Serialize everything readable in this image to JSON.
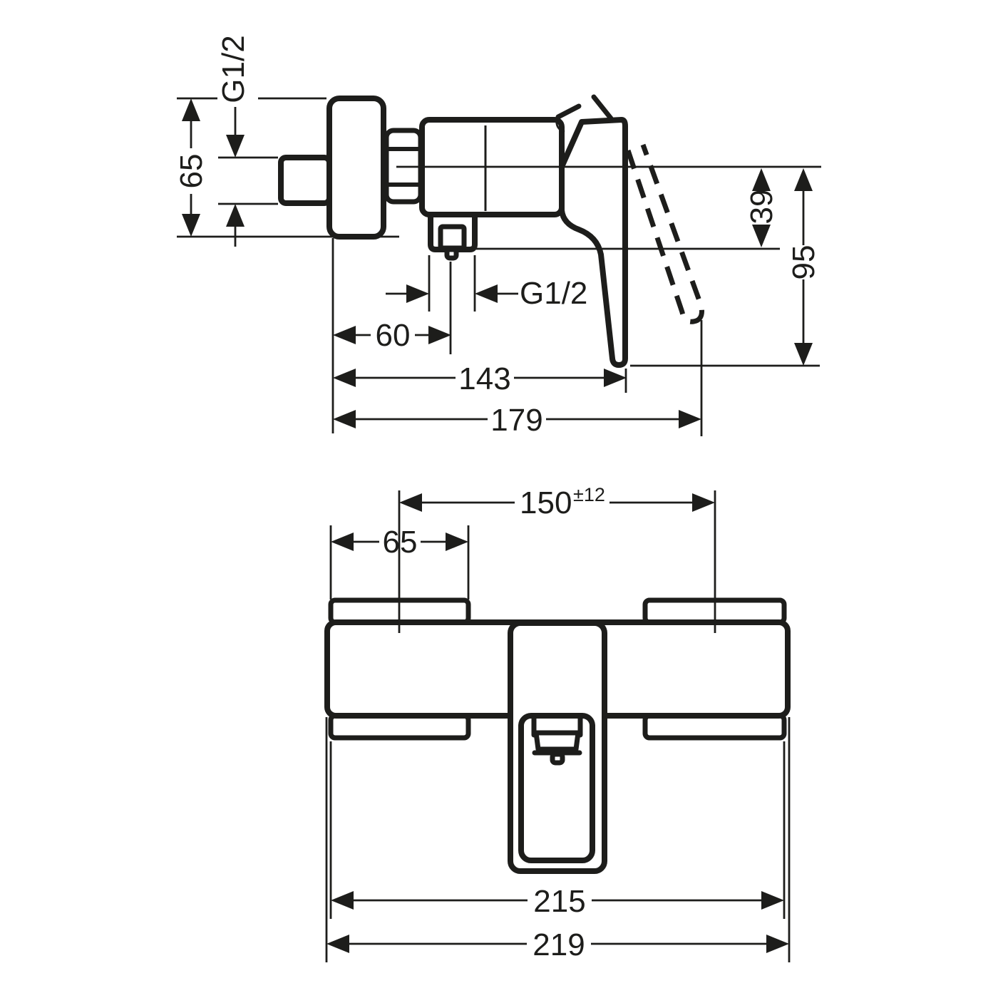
{
  "colors": {
    "ink": "#1d1d1b",
    "background": "#ffffff"
  },
  "side_view": {
    "dims": {
      "inlet_thread": "G1/2",
      "escutcheon_height": "65",
      "outlet_drop": "39",
      "handle_drop": "95",
      "outlet_thread": "G1/2",
      "outlet_offset": "60",
      "depth_to_handle_tip": "143",
      "depth_overall": "179"
    }
  },
  "front_view": {
    "dims": {
      "connection_centers": "150",
      "connection_centers_tolerance": "±12",
      "escutcheon_width": "65",
      "body_width": "215",
      "overall_width": "219"
    }
  }
}
